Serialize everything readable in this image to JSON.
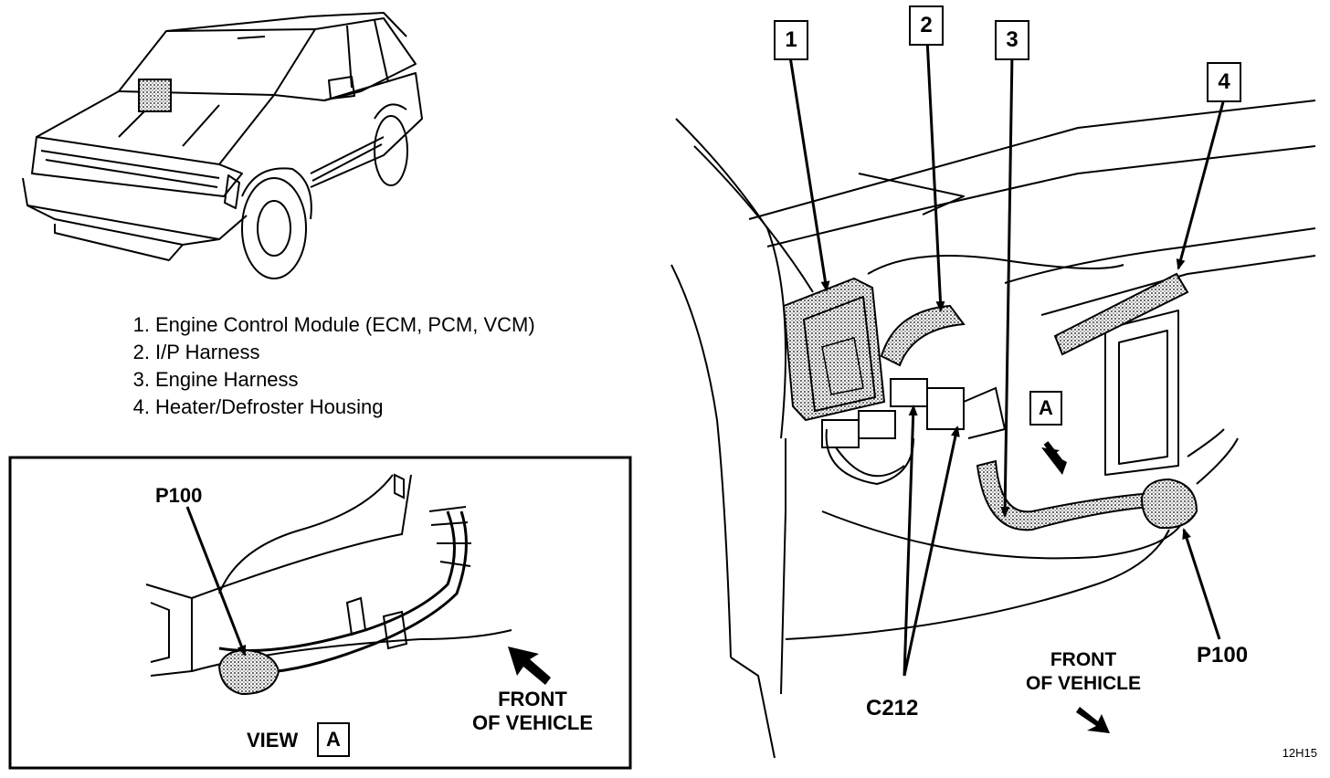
{
  "legend": [
    {
      "num": "1.",
      "text": "Engine Control Module (ECM, PCM, VCM)"
    },
    {
      "num": "2.",
      "text": "I/P Harness"
    },
    {
      "num": "3.",
      "text": "Engine Harness"
    },
    {
      "num": "4.",
      "text": "Heater/Defroster Housing"
    }
  ],
  "callouts": [
    "1",
    "2",
    "3",
    "4"
  ],
  "inset": {
    "connector_label": "P100",
    "front_line1": "FRONT",
    "front_line2": "OF VEHICLE",
    "view_label": "VIEW",
    "view_letter": "A"
  },
  "main": {
    "view_marker": "A",
    "connector_c212": "C212",
    "connector_p100": "P100",
    "front_line1": "FRONT",
    "front_line2": "OF VEHICLE"
  },
  "figure_code": "12H15"
}
